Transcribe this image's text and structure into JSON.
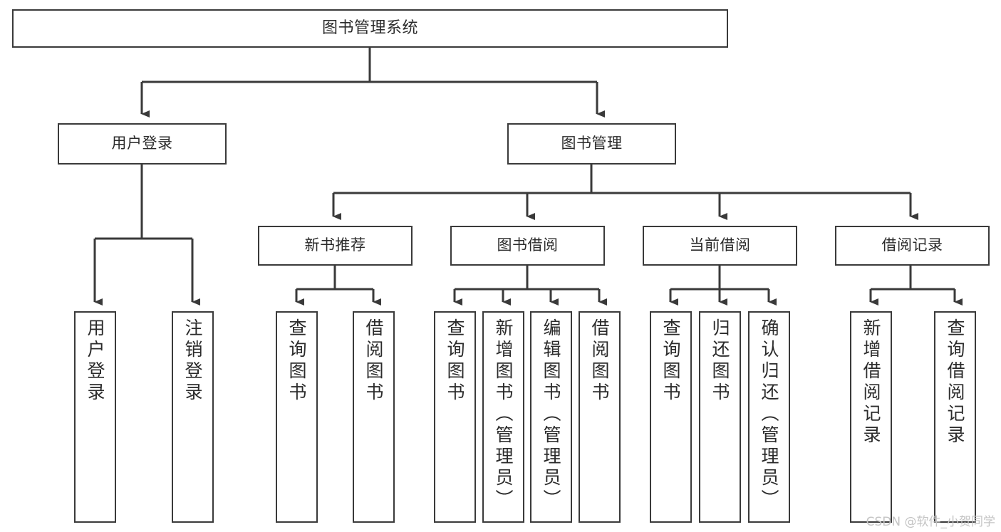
{
  "diagram": {
    "title": "图书管理系统",
    "watermark": "CSDN @软件_小贺同学",
    "colors": {
      "background": "#ffffff",
      "box_border": "#3a3a3a",
      "box_fill": "#ffffff",
      "connector": "#3a3a3a",
      "text": "#2b2b2b",
      "watermark": "#c4c4c4"
    },
    "nodes": {
      "root": {
        "label": "图书管理系统"
      },
      "level2": [
        {
          "label": "用户登录"
        },
        {
          "label": "图书管理"
        }
      ],
      "level3": [
        {
          "label": "新书推荐"
        },
        {
          "label": "图书借阅"
        },
        {
          "label": "当前借阅"
        },
        {
          "label": "借阅记录"
        }
      ],
      "leaves": {
        "user_login": [
          {
            "label": "用户登录"
          },
          {
            "label": "注销登录"
          }
        ],
        "new_book_recommend": [
          {
            "label": "查询图书"
          },
          {
            "label": "借阅图书"
          }
        ],
        "book_borrow": [
          {
            "label": "查询图书"
          },
          {
            "label": "新增图书（管理员）"
          },
          {
            "label": "编辑图书（管理员）"
          },
          {
            "label": "借阅图书"
          }
        ],
        "current_borrow": [
          {
            "label": "查询图书"
          },
          {
            "label": "归还图书"
          },
          {
            "label": "确认归还（管理员）"
          }
        ],
        "borrow_record": [
          {
            "label": "新增借阅记录"
          },
          {
            "label": "查询借阅记录"
          }
        ]
      }
    }
  }
}
